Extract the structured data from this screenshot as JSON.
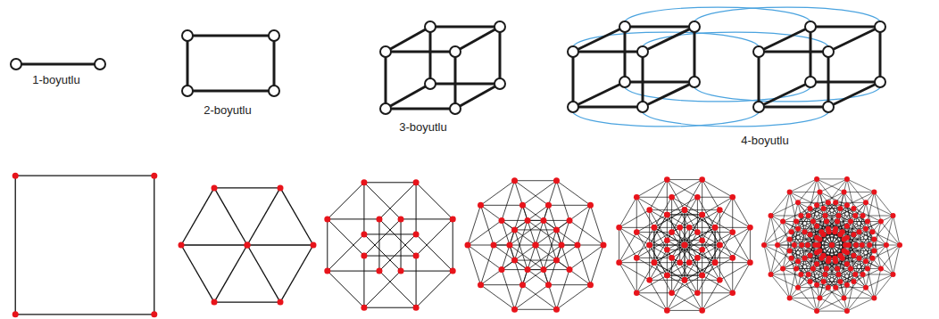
{
  "diagram": {
    "labels": [
      "1-boyutlu",
      "2-boyutlu",
      "3-boyutlu",
      "4-boyutlu"
    ]
  }
}
